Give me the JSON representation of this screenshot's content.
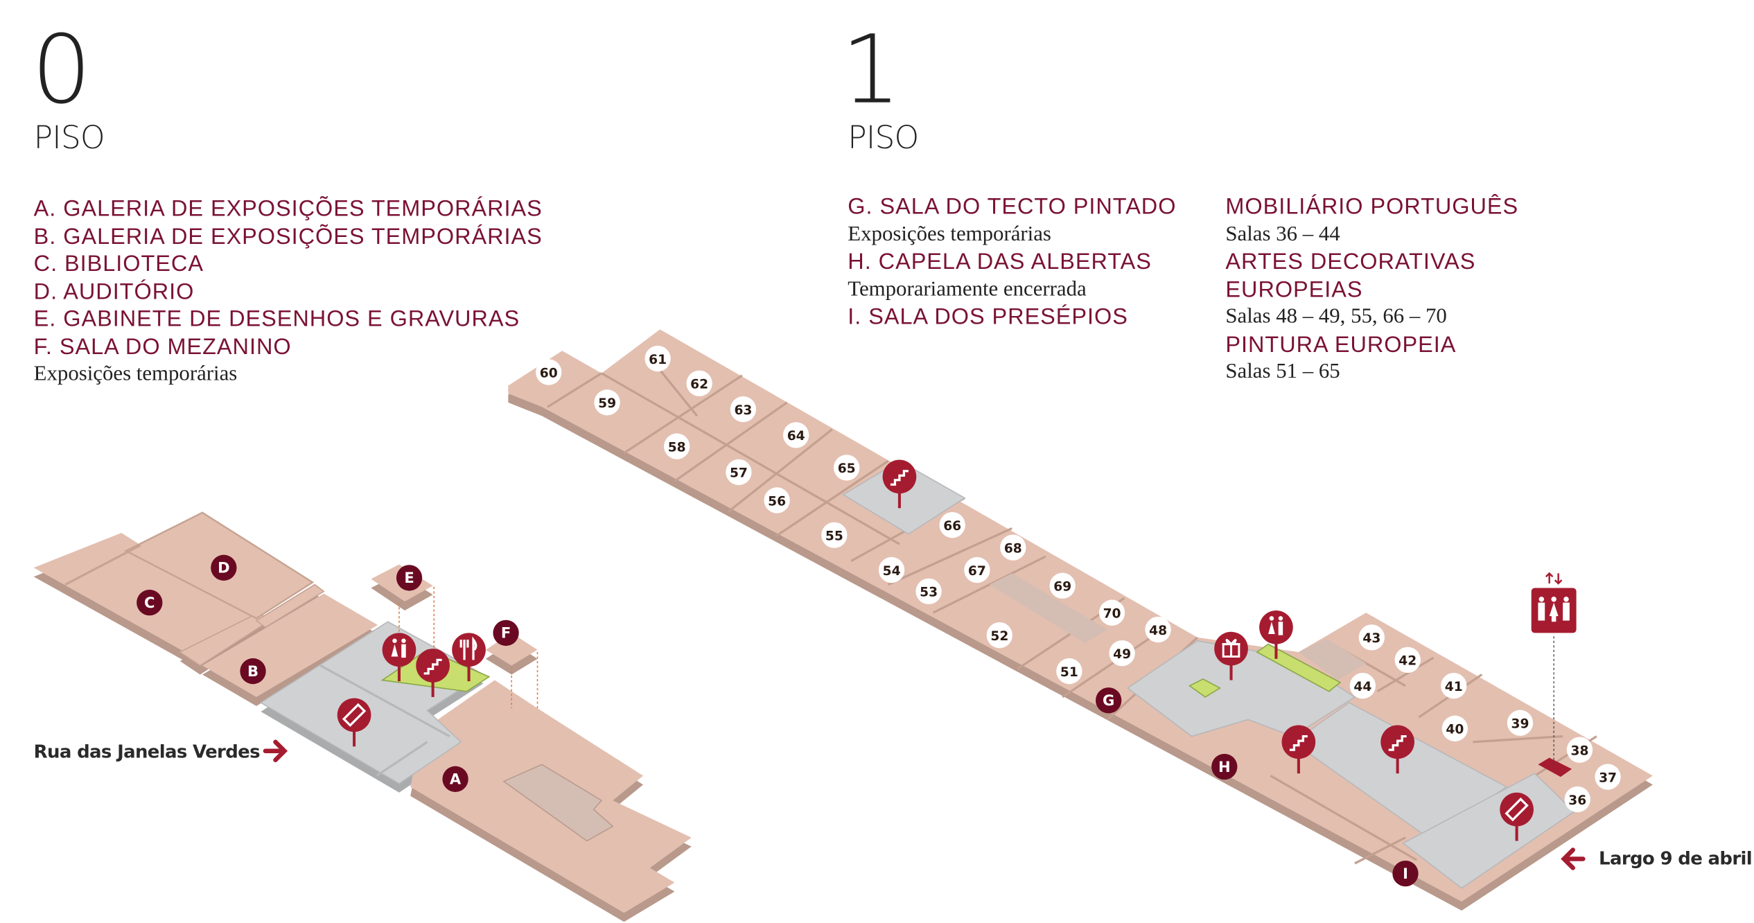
{
  "colors": {
    "maroon": "#7a1233",
    "pin": "#a51c30",
    "badge_dark": "#6a0a22",
    "room": "#e3bfb0",
    "room_side": "#b8998b",
    "circulation": "#d0d1d3",
    "green": "#c8de6e"
  },
  "floor0": {
    "number": "0",
    "label": "PISO",
    "legend": [
      "A. GALERIA DE EXPOSIÇÕES TEMPORÁRIAS",
      "B. GALERIA DE EXPOSIÇÕES TEMPORÁRIAS",
      "C. BIBLIOTECA",
      "D. AUDITÓRIO",
      "E. GABINETE DE DESENHOS E GRAVURAS",
      "F. SALA DO MEZANINO"
    ],
    "legend_note": "Exposições temporárias",
    "street": "Rua das Janelas Verdes",
    "areas": [
      "A",
      "B",
      "C",
      "D",
      "E",
      "F"
    ],
    "icons": [
      "restroom-icon",
      "stairs-icon",
      "restaurant-icon",
      "ticket-icon"
    ]
  },
  "floor1": {
    "number": "1",
    "label": "PISO",
    "legend_left": [
      {
        "title": "G. SALA DO TECTO PINTADO",
        "note": "Exposições temporárias"
      },
      {
        "title": "H. CAPELA DAS ALBERTAS",
        "note": "Temporariamente encerrada"
      },
      {
        "title": "I. SALA DOS PRESÉPIOS"
      }
    ],
    "legend_right": [
      {
        "title": "MOBILIÁRIO PORTUGUÊS",
        "note": "Salas 36 – 44"
      },
      {
        "title": "ARTES DECORATIVAS",
        "title2": "EUROPEIAS",
        "note": "Salas 48 – 49, 55, 66 – 70"
      },
      {
        "title": "PINTURA EUROPEIA",
        "note": "Salas 51 – 65"
      }
    ],
    "street": "Largo 9 de abril",
    "areas": [
      "G",
      "H",
      "I"
    ],
    "rooms": [
      "60",
      "61",
      "62",
      "63",
      "64",
      "65",
      "59",
      "58",
      "57",
      "56",
      "55",
      "66",
      "68",
      "67",
      "69",
      "54",
      "53",
      "70",
      "48",
      "52",
      "49",
      "51",
      "43",
      "42",
      "41",
      "44",
      "40",
      "39",
      "38",
      "37",
      "36"
    ],
    "icons": [
      "stairs-icon",
      "gift-shop-icon",
      "restroom-icon",
      "stairs-icon",
      "stairs-icon",
      "ticket-icon",
      "elevator-icon"
    ]
  }
}
